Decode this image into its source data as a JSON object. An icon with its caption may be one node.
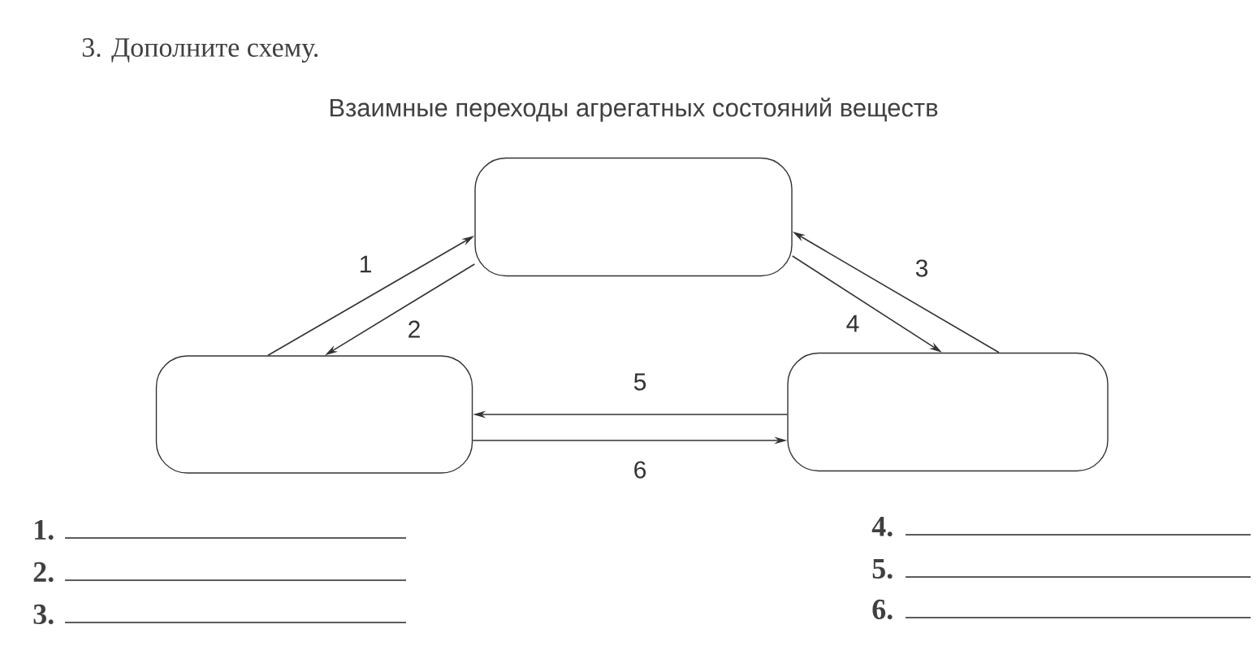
{
  "diagram": {
    "title": "3. Дополните схему.",
    "nodes": [
      {
        "text": [],
        "shape": "box"
      },
      {
        "text": [],
        "shape": "box"
      },
      {
        "text": [],
        "shape": "box"
      }
    ],
    "edges": [
      {
        "from": 1,
        "to": 0,
        "arrow": "to",
        "label": "1"
      },
      {
        "from": 0,
        "to": 1,
        "arrow": "to",
        "label": "2"
      },
      {
        "from": 2,
        "to": 0,
        "arrow": "to",
        "label": "3"
      },
      {
        "from": 0,
        "to": 2,
        "arrow": "to",
        "label": "4"
      },
      {
        "from": 2,
        "to": 1,
        "arrow": "to",
        "label": "5"
      },
      {
        "from": 1,
        "to": 2,
        "arrow": "to",
        "label": "6"
      }
    ],
    "labels": [
      "Взаимные переходы агрегатных состояний веществ",
      "1.",
      "2.",
      "3.",
      "4.",
      "5.",
      "6."
    ]
  }
}
